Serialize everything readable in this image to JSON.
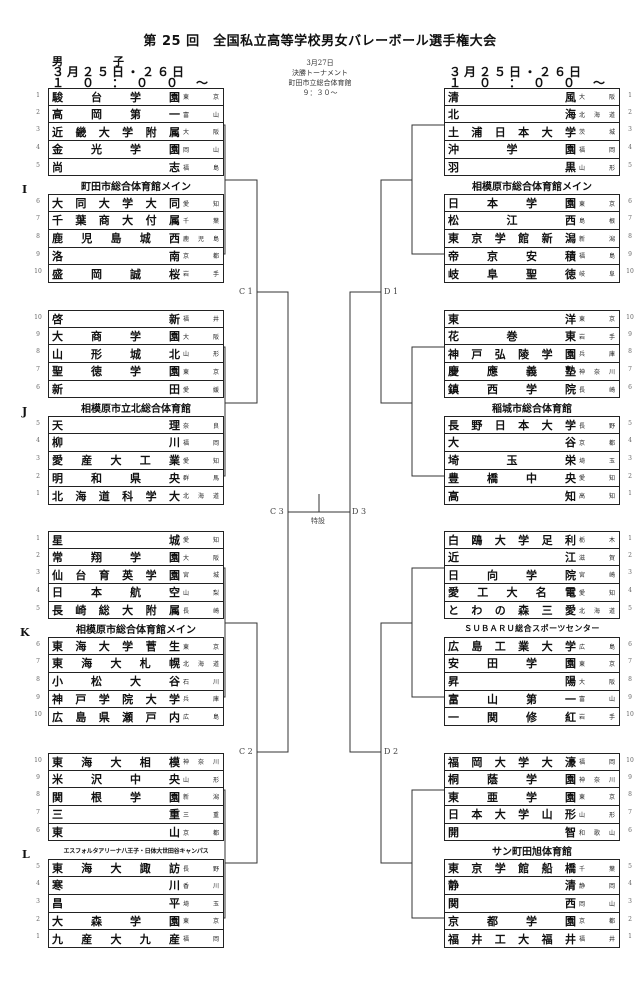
{
  "title": "第 25 回　全国私立高等学校男女バレーボール選手権大会",
  "header_left": {
    "gender_a": "男",
    "gender_b": "子",
    "date": "３月２５日・２６日",
    "time": "１　０　：　０　０　〜"
  },
  "header_right": {
    "date": "３月２５日・２６日",
    "time": "１　０　：　０　０　〜"
  },
  "center": {
    "date": "3月27日",
    "stage": "決勝トーナメント",
    "venue": "町田市立総合体育館",
    "time": "９：３０〜"
  },
  "match_labels": {
    "c1": "C 1",
    "c2": "C 2",
    "c3": "C 3",
    "d1": "D 1",
    "d2": "D 2",
    "d3": "D 3",
    "special": "特設"
  },
  "groups": {
    "I": {
      "label": "I",
      "venue": "町田市総合体育館メイン",
      "top": [
        [
          "1",
          "駿台学園",
          "東京"
        ],
        [
          "2",
          "高岡第一",
          "富山"
        ],
        [
          "3",
          "近畿大学附属",
          "大阪"
        ],
        [
          "4",
          "金光学園",
          "岡山"
        ],
        [
          "5",
          "尚志",
          "福島"
        ]
      ],
      "bottom": [
        [
          "6",
          "大同大学大同",
          "愛知"
        ],
        [
          "7",
          "千葉商大付属",
          "千葉"
        ],
        [
          "8",
          "鹿児島城西",
          "鹿児島"
        ],
        [
          "9",
          "洛南",
          "京都"
        ],
        [
          "10",
          "盛岡誠桜",
          "岩手"
        ]
      ]
    },
    "J": {
      "label": "J",
      "venue": "相模原市立北総合体育館",
      "top": [
        [
          "10",
          "啓新",
          "福井"
        ],
        [
          "9",
          "大商学園",
          "大阪"
        ],
        [
          "8",
          "山形城北",
          "山形"
        ],
        [
          "7",
          "聖徳学園",
          "東京"
        ],
        [
          "6",
          "新田",
          "愛媛"
        ]
      ],
      "bottom": [
        [
          "5",
          "天理",
          "奈良"
        ],
        [
          "4",
          "柳川",
          "福岡"
        ],
        [
          "3",
          "愛産大工業",
          "愛知"
        ],
        [
          "2",
          "明和県央",
          "群馬"
        ],
        [
          "1",
          "北海道科学大",
          "北海道"
        ]
      ]
    },
    "K": {
      "label": "K",
      "venue": "相模原市総合体育館メイン",
      "top": [
        [
          "1",
          "星城",
          "愛知"
        ],
        [
          "2",
          "常翔学園",
          "大阪"
        ],
        [
          "3",
          "仙台育英学園",
          "宮城"
        ],
        [
          "4",
          "日本航空",
          "山梨"
        ],
        [
          "5",
          "長崎総大附属",
          "長崎"
        ]
      ],
      "bottom": [
        [
          "6",
          "東海大学菅生",
          "東京"
        ],
        [
          "7",
          "東海大札幌",
          "北海道"
        ],
        [
          "8",
          "小松大谷",
          "石川"
        ],
        [
          "9",
          "神戸学院大学",
          "兵庫"
        ],
        [
          "10",
          "広島県瀬戸内",
          "広島"
        ]
      ]
    },
    "L": {
      "label": "L",
      "venue": "エスフォルタアリーナ八王子・日体大世田谷キャンパス",
      "top": [
        [
          "10",
          "東海大相模",
          "神奈川"
        ],
        [
          "9",
          "米沢中央",
          "山形"
        ],
        [
          "8",
          "関根学園",
          "新潟"
        ],
        [
          "7",
          "三重",
          "三重"
        ],
        [
          "6",
          "東山",
          "京都"
        ]
      ],
      "bottom": [
        [
          "5",
          "東海大諏訪",
          "長野"
        ],
        [
          "4",
          "寒川",
          "香川"
        ],
        [
          "3",
          "昌平",
          "埼玉"
        ],
        [
          "2",
          "大森学園",
          "東京"
        ],
        [
          "1",
          "九産大九産",
          "福岡"
        ]
      ]
    },
    "R1": {
      "venue": "相模原市総合体育館メイン",
      "top": [
        [
          "1",
          "清風",
          "大阪"
        ],
        [
          "2",
          "北海",
          "北海道"
        ],
        [
          "3",
          "土浦日本大学",
          "茨城"
        ],
        [
          "4",
          "沖学園",
          "福岡"
        ],
        [
          "5",
          "羽黒",
          "山形"
        ]
      ],
      "bottom": [
        [
          "6",
          "日本学園",
          "東京"
        ],
        [
          "7",
          "松江西",
          "島根"
        ],
        [
          "8",
          "東京学館新潟",
          "新潟"
        ],
        [
          "9",
          "帝京安積",
          "福島"
        ],
        [
          "10",
          "岐阜聖徳",
          "岐阜"
        ]
      ]
    },
    "R2": {
      "venue": "稲城市総合体育館",
      "top": [
        [
          "10",
          "東洋",
          "東京"
        ],
        [
          "9",
          "花巻東",
          "岩手"
        ],
        [
          "8",
          "神戸弘陵学園",
          "兵庫"
        ],
        [
          "7",
          "慶應義塾",
          "神奈川"
        ],
        [
          "6",
          "鎮西学院",
          "長崎"
        ]
      ],
      "bottom": [
        [
          "5",
          "長野日本大学",
          "長野"
        ],
        [
          "4",
          "大谷",
          "京都"
        ],
        [
          "3",
          "埼玉栄",
          "埼玉"
        ],
        [
          "2",
          "豊橋中央",
          "愛知"
        ],
        [
          "1",
          "高知",
          "高知"
        ]
      ]
    },
    "R3": {
      "venue": "ＳＵＢＡＲＵ総合スポーツセンター",
      "top": [
        [
          "1",
          "白鴎大学足利",
          "栃木"
        ],
        [
          "2",
          "近江",
          "滋賀"
        ],
        [
          "3",
          "日向学院",
          "宮崎"
        ],
        [
          "4",
          "愛工大名電",
          "愛知"
        ],
        [
          "5",
          "とわの森三愛",
          "北海道"
        ]
      ],
      "bottom": [
        [
          "6",
          "広島工業大学",
          "広島"
        ],
        [
          "7",
          "安田学園",
          "東京"
        ],
        [
          "8",
          "昇陽",
          "大阪"
        ],
        [
          "9",
          "富山第一",
          "富山"
        ],
        [
          "10",
          "一関修紅",
          "岩手"
        ]
      ]
    },
    "R4": {
      "venue": "サン町田旭体育館",
      "top": [
        [
          "10",
          "福岡大学大濠",
          "福岡"
        ],
        [
          "9",
          "桐蔭学園",
          "神奈川"
        ],
        [
          "8",
          "東亜学園",
          "東京"
        ],
        [
          "7",
          "日本大学山形",
          "山形"
        ],
        [
          "6",
          "開智",
          "和歌山"
        ]
      ],
      "bottom": [
        [
          "5",
          "東京学館船橋",
          "千葉"
        ],
        [
          "4",
          "静清",
          "静岡"
        ],
        [
          "3",
          "関西",
          "岡山"
        ],
        [
          "2",
          "京都学園",
          "京都"
        ],
        [
          "1",
          "福井工大福井",
          "福井"
        ]
      ]
    }
  }
}
